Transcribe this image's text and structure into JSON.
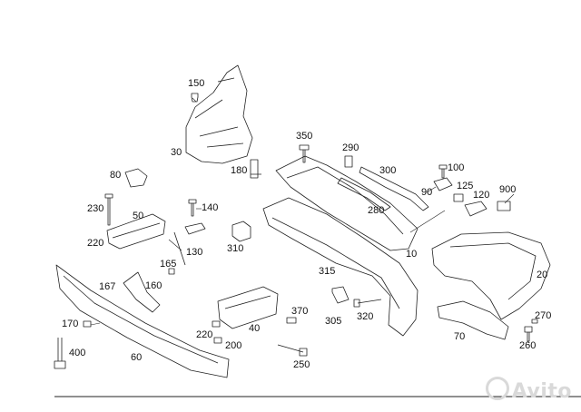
{
  "parts": [
    {
      "id": "p150",
      "label": "150"
    },
    {
      "id": "p30",
      "label": "30"
    },
    {
      "id": "p180",
      "label": "180"
    },
    {
      "id": "p80",
      "label": "80"
    },
    {
      "id": "p230",
      "label": "230"
    },
    {
      "id": "p50",
      "label": "50"
    },
    {
      "id": "p140",
      "label": "140"
    },
    {
      "id": "p220a",
      "label": "220"
    },
    {
      "id": "p310",
      "label": "310"
    },
    {
      "id": "p130",
      "label": "130"
    },
    {
      "id": "p165",
      "label": "165"
    },
    {
      "id": "p167",
      "label": "167"
    },
    {
      "id": "p160",
      "label": "160"
    },
    {
      "id": "p170",
      "label": "170"
    },
    {
      "id": "p400",
      "label": "400"
    },
    {
      "id": "p60",
      "label": "60"
    },
    {
      "id": "p350",
      "label": "350"
    },
    {
      "id": "p290",
      "label": "290"
    },
    {
      "id": "p300",
      "label": "300"
    },
    {
      "id": "p280",
      "label": "280"
    },
    {
      "id": "p10",
      "label": "10"
    },
    {
      "id": "p315",
      "label": "315"
    },
    {
      "id": "p100",
      "label": "100"
    },
    {
      "id": "p90",
      "label": "90"
    },
    {
      "id": "p125",
      "label": "125"
    },
    {
      "id": "p120",
      "label": "120"
    },
    {
      "id": "p900",
      "label": "900"
    },
    {
      "id": "p20",
      "label": "20"
    },
    {
      "id": "p370",
      "label": "370"
    },
    {
      "id": "p305",
      "label": "305"
    },
    {
      "id": "p320",
      "label": "320"
    },
    {
      "id": "p40",
      "label": "40"
    },
    {
      "id": "p220b",
      "label": "220"
    },
    {
      "id": "p200",
      "label": "200"
    },
    {
      "id": "p250",
      "label": "250"
    },
    {
      "id": "p70",
      "label": "70"
    },
    {
      "id": "p270",
      "label": "270"
    },
    {
      "id": "p260",
      "label": "260"
    }
  ],
  "watermark": {
    "text": "Avito",
    "color": "#d9d9d9"
  }
}
